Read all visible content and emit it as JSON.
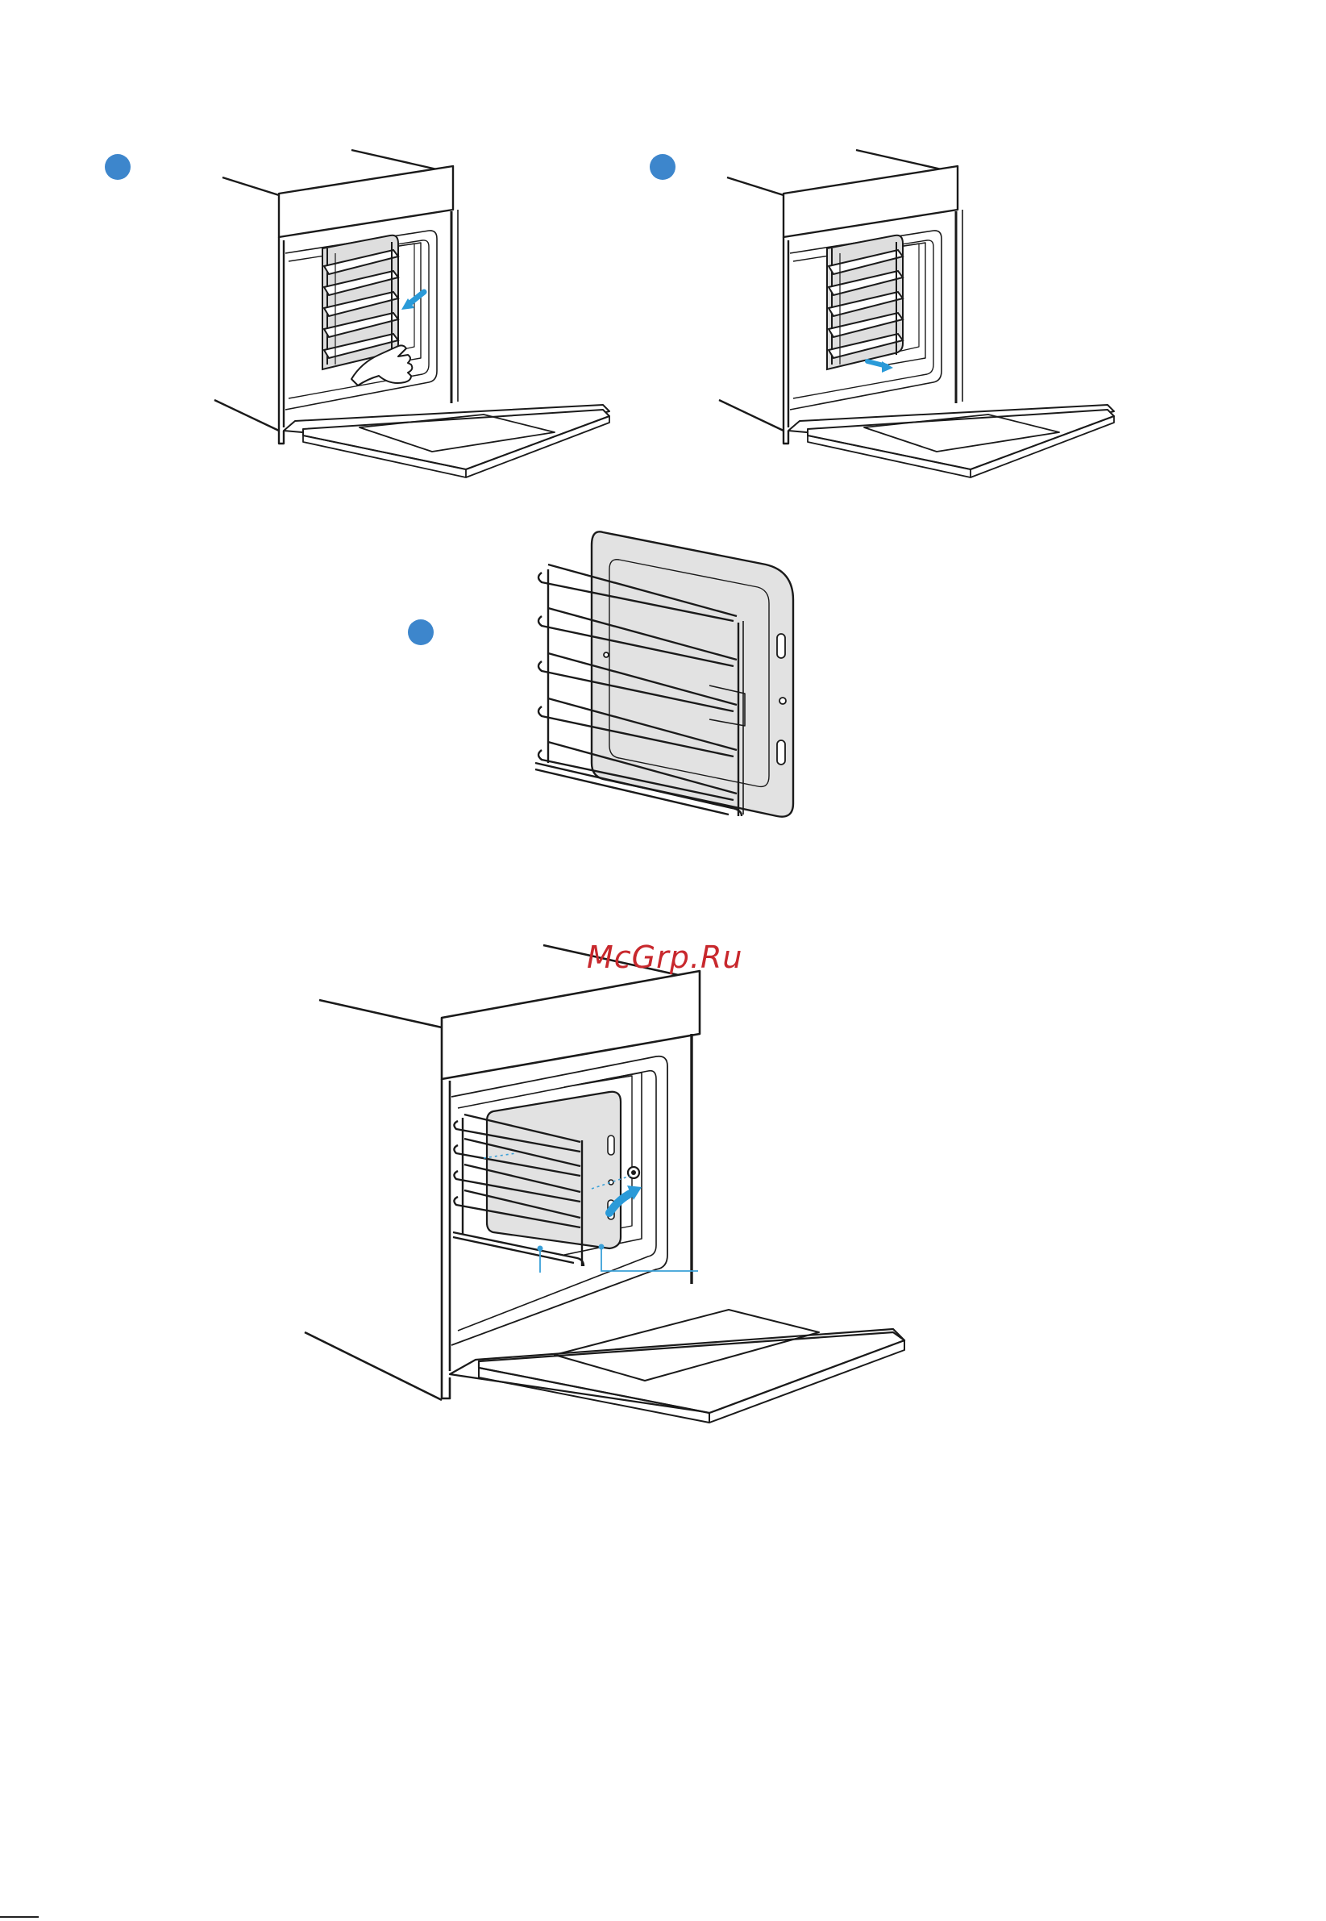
{
  "watermark": {
    "text": "McGrp.Ru"
  },
  "colors": {
    "step_marker": "#3d86cc",
    "accent_arrow": "#2a9ad8",
    "callout_line": "#3aa0d8",
    "line": "#1a1a1a",
    "panel_fill": "#e2e2e2",
    "watermark": "#c8282d"
  },
  "steps": [
    {
      "id": "step-1",
      "marker": "blue-circle",
      "action": "push-in-arrow"
    },
    {
      "id": "step-2",
      "marker": "blue-circle",
      "action": "pull-down-arrow"
    },
    {
      "id": "step-3",
      "marker": "blue-circle",
      "action": "detail-view"
    }
  ],
  "icons": [
    "hand-icon",
    "arrow-icon"
  ]
}
